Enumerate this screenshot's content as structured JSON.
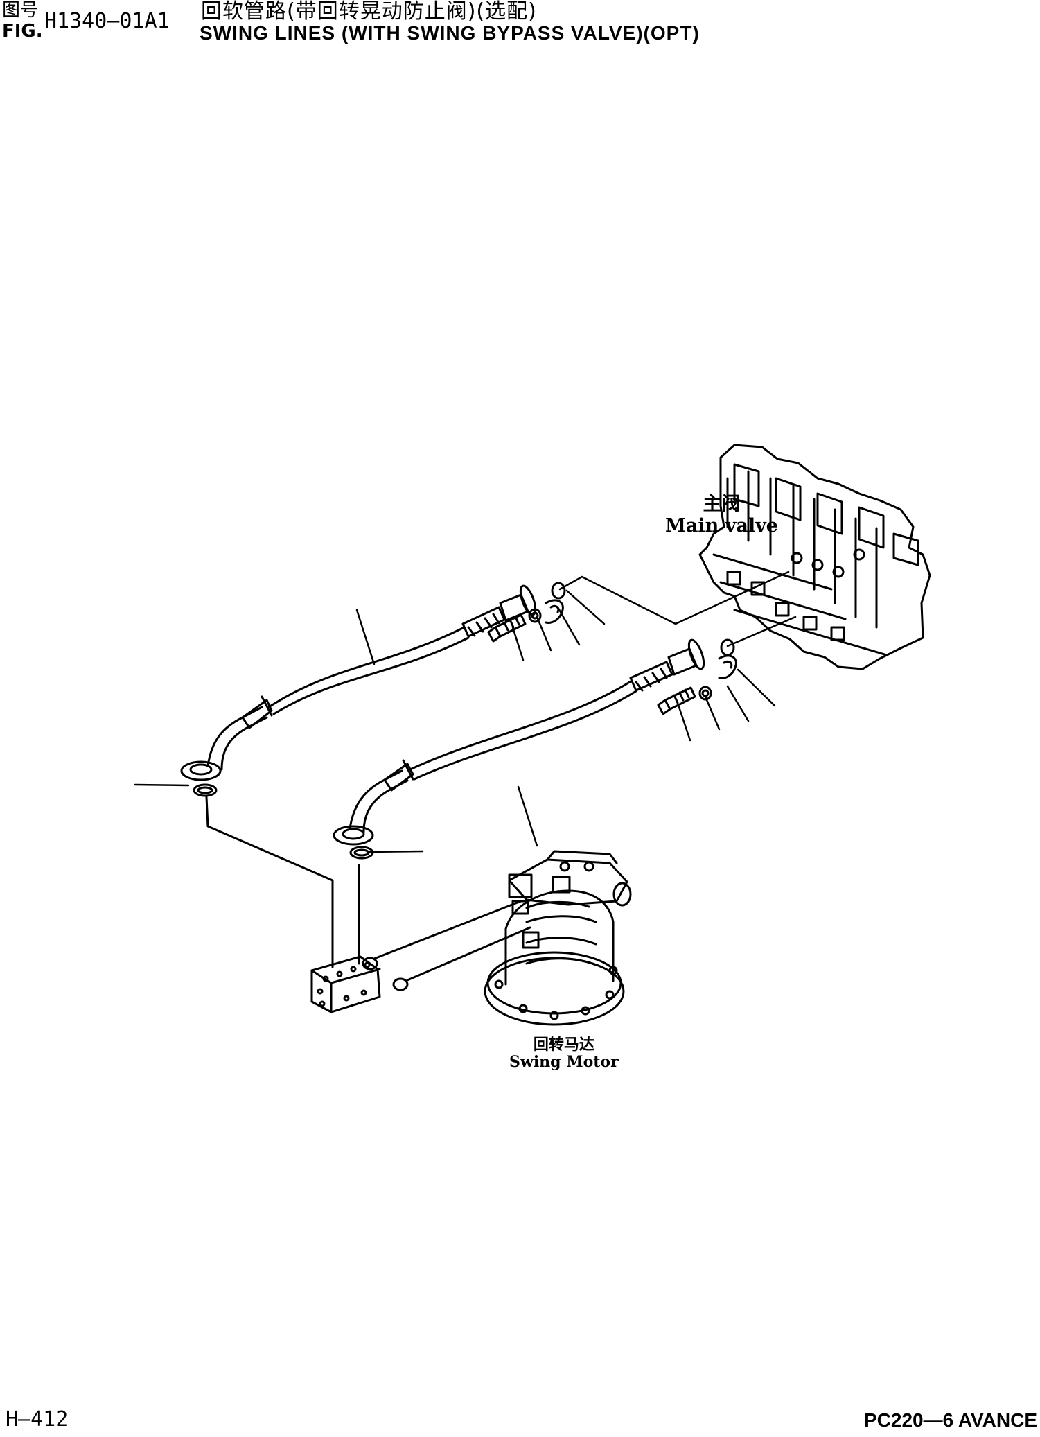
{
  "header": {
    "fig_cn": "图号",
    "fig_en": "FIG.",
    "figure_number": "H1340—01A1",
    "title_cn": "回软管路(带回转晃动防止阀)(选配)",
    "title_en": "SWING LINES (WITH SWING BYPASS VALVE)(OPT)"
  },
  "labels": {
    "main_valve_cn": "主阀",
    "main_valve_en": "Main valve",
    "swing_motor_cn": "回转马达",
    "swing_motor_en": "Swing Motor"
  },
  "footer": {
    "page": "H—412",
    "model": "PC220—6 AVANCE"
  }
}
